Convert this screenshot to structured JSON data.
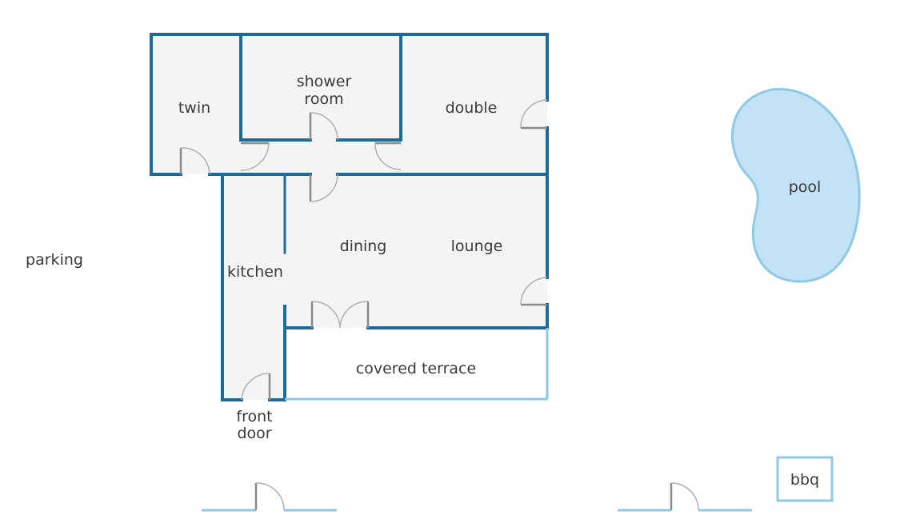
{
  "rooms": {
    "twin": "twin",
    "shower_line1": "shower",
    "shower_line2": "room",
    "double": "double",
    "dining": "dining",
    "lounge": "lounge",
    "kitchen": "kitchen",
    "terrace": "covered terrace",
    "front_line1": "front",
    "front_line2": "door"
  },
  "outside": {
    "parking": "parking",
    "pool": "pool",
    "bbq": "bbq"
  },
  "colors": {
    "wall": "#1b6a9a",
    "thin": "#8fc9e6",
    "pool": "#c3e2f6",
    "floor": "#f4f4f4",
    "door": "#8a8a8a"
  }
}
